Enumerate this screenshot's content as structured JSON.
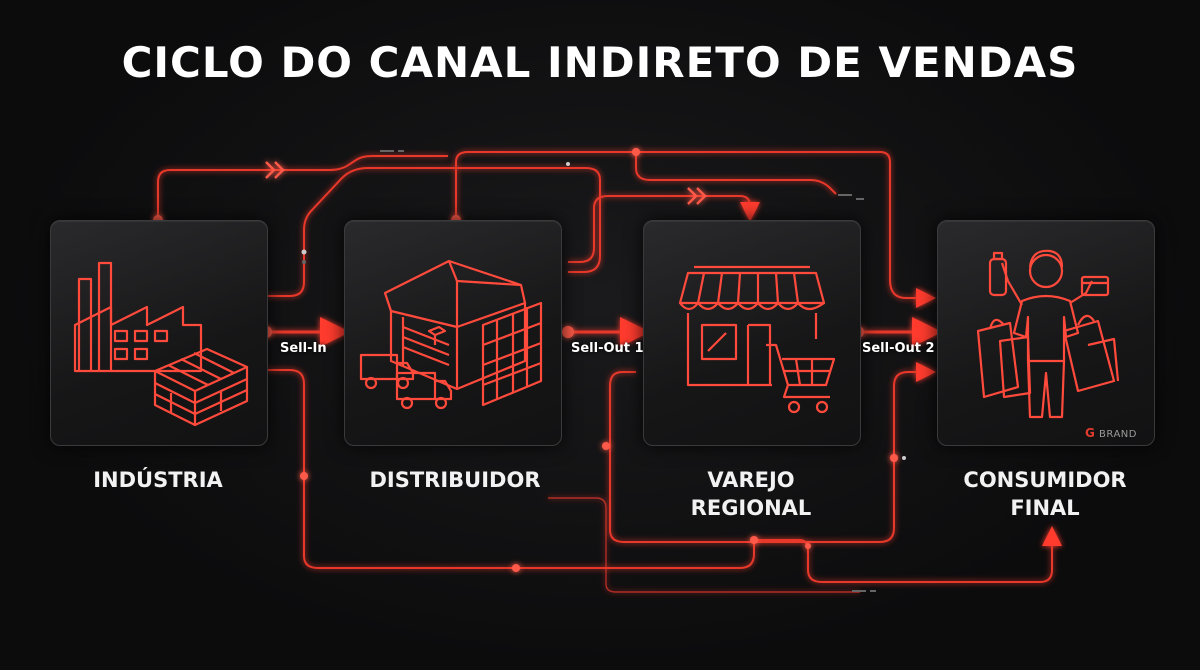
{
  "title": "CICLO DO CANAL INDIRETO DE VENDAS",
  "nodes": [
    {
      "label": "INDÚSTRIA",
      "icon": "factory-icon"
    },
    {
      "label": "DISTRIBUIDOR",
      "icon": "warehouse-icon"
    },
    {
      "label": "VAREJO\nREGIONAL",
      "icon": "storefront-icon"
    },
    {
      "label": "CONSUMIDOR\nFINAL",
      "icon": "shopper-icon"
    }
  ],
  "flows": [
    {
      "label": "Sell-In"
    },
    {
      "label": "Sell-Out 1"
    },
    {
      "label": "Sell-Out 2"
    }
  ],
  "brand": {
    "mark": "G",
    "name": "BRAND"
  },
  "colors": {
    "accent": "#ff3b2f",
    "glow": "#ff5a4a",
    "card": "#1b1b1c",
    "text": "#ffffff"
  }
}
